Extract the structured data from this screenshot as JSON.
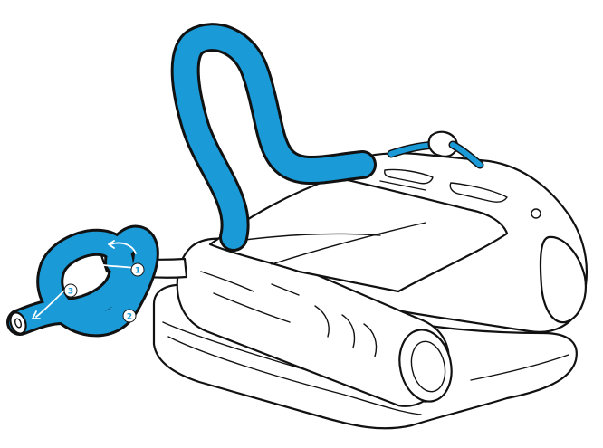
{
  "figure": {
    "colors": {
      "hose": "#1a9ad6",
      "outline": "#111111",
      "device": "#ffffff",
      "step_marker": "#ffffff"
    },
    "steps": [
      {
        "label": "1"
      },
      {
        "label": "2"
      },
      {
        "label": "3"
      }
    ]
  }
}
